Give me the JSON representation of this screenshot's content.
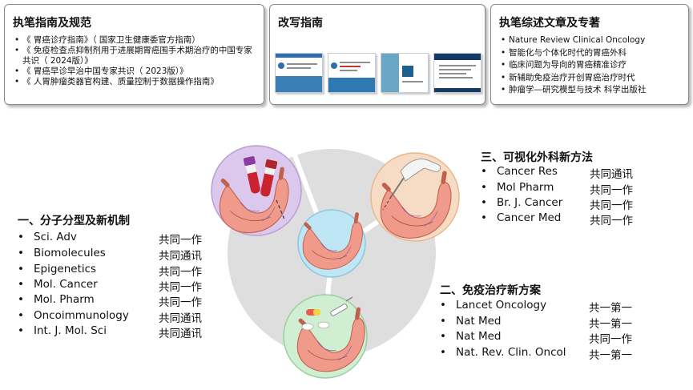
{
  "cards": {
    "left": {
      "title": "执笔指南及规范",
      "items": [
        "《 胃癌诊疗指南》（ 国家卫生健康委官方指南）",
        "《 免疫检查点抑制剂用于进展期胃癌围手术期治疗的中国专家共识（ 2024版）》",
        "《 胃癌早诊早治中国专家共识（ 2023版）》",
        "《 人胃肿瘤类器官构建、质量控制于数据操作指南》"
      ]
    },
    "middle": {
      "title": "改写指南"
    },
    "right": {
      "title": "执笔综述文章及专著",
      "items": [
        "Nature Review Clinical Oncology",
        "智能化与个体化时代的胃癌外科",
        "临床问题为导向的胃癌精准诊疗",
        "新辅助免疫治疗开创胃癌治疗时代",
        "肿瘤学—研究模型与技术 科学出版社"
      ]
    }
  },
  "sections": {
    "molecular": {
      "title": "一、分子分型及新机制",
      "rows": [
        {
          "journal": "Sci. Adv",
          "role": "共同一作"
        },
        {
          "journal": "Biomolecules",
          "role": "共同通讯"
        },
        {
          "journal": "Epigenetics",
          "role": "共同一作"
        },
        {
          "journal": "Mol. Cancer",
          "role": "共同一作"
        },
        {
          "journal": "Mol. Pharm",
          "role": "共同一作"
        },
        {
          "journal": "Oncoimmunology",
          "role": "共同通讯"
        },
        {
          "journal": "Int. J. Mol. Sci",
          "role": "共同通讯"
        }
      ]
    },
    "surgery": {
      "title": "三、可视化外科新方法",
      "rows": [
        {
          "journal": "Cancer Res",
          "role": "共同通讯"
        },
        {
          "journal": "Mol Pharm",
          "role": "共同一作"
        },
        {
          "journal": "Br. J. Cancer",
          "role": "共同一作"
        },
        {
          "journal": "Cancer Med",
          "role": "共同一作"
        }
      ]
    },
    "immuno": {
      "title": "二、免疫治疗新方案",
      "rows": [
        {
          "journal": "Lancet Oncology",
          "role": "共一第一"
        },
        {
          "journal": "Nat Med",
          "role": "共一第一"
        },
        {
          "journal": "Nat Med",
          "role": "共同一作"
        },
        {
          "journal": "Nat. Rev. Clin. Oncol",
          "role": "共一第一"
        }
      ]
    }
  },
  "bullet": "•",
  "colors": {
    "card_border": "#8a8a8a",
    "circle_bg": "#dedede",
    "top_circle": "#dcc8ec",
    "right_circle": "#f6dcc4",
    "bottom_circle": "#cfeed2",
    "center_circle": "#bfe6f4",
    "stomach": "#ef9a8a",
    "blood_tube": "#c8232f"
  },
  "icons": [
    "blood-sample-tubes-icon",
    "stomach-illustration-icon",
    "surgical-glove-icon",
    "pills-syringe-icon",
    "guideline-cover-icon"
  ]
}
